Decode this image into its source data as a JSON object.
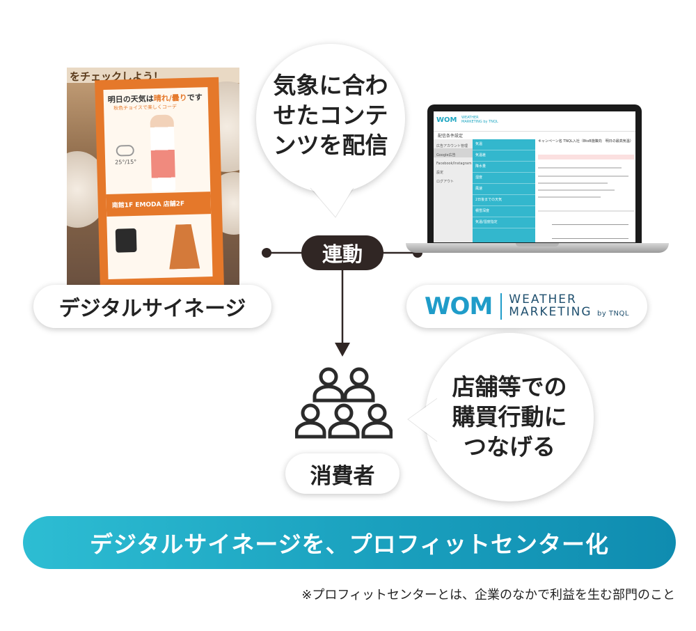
{
  "signage_photo": {
    "banner_text": "をチェックしよう！",
    "screen_headline_a": "明日の天気は",
    "screen_headline_accent": "晴れ/曇り",
    "screen_headline_b": "です",
    "screen_subline": "秋色チョイスで楽しくコーデ",
    "screen_temp": "25°/15°",
    "screen_promo": "南館1F EMODA 店舗2F"
  },
  "labels": {
    "signage": "デジタルサイネージ",
    "consumer": "消費者",
    "link": "連動"
  },
  "bubbles": {
    "top": [
      "気象に合わ",
      "せたコンテ",
      "ンツを配信"
    ],
    "right": [
      "店舗等での",
      "購買行動に",
      "つなげる"
    ]
  },
  "laptop_app": {
    "logo": "WOM",
    "logo_sub_1": "WEATHER",
    "logo_sub_2": "MARKETING by TNQL",
    "page_title": "配信条件設定",
    "sidebar": [
      "広告アカウント管理",
      "Google広告",
      "Facebook/Instagram",
      "設定",
      "ログアウト"
    ],
    "menu": [
      "気温",
      "気温差",
      "降水量",
      "湿度",
      "風速",
      "2日後までの天気",
      "積雪深度",
      "気温/湿度指定"
    ],
    "campaign": "キャンペーン名 TNQL入社（BtoB施策向　明日の最高気温）"
  },
  "wm_logo": {
    "mark": "WOM",
    "line1": "WEATHER",
    "line2": "MARKETING",
    "by": "by TNQL"
  },
  "banner": "デジタルサイネージを、プロフィットセンター化",
  "footnote": "※プロフィットセンターとは、企業のなかで利益を生む部門のこと",
  "colors": {
    "brand_blue": "#1f9cc9",
    "banner_start": "#2dbdd3",
    "banner_end": "#0f8cb0",
    "link_badge": "#302624",
    "signage_orange": "#e5782a"
  }
}
